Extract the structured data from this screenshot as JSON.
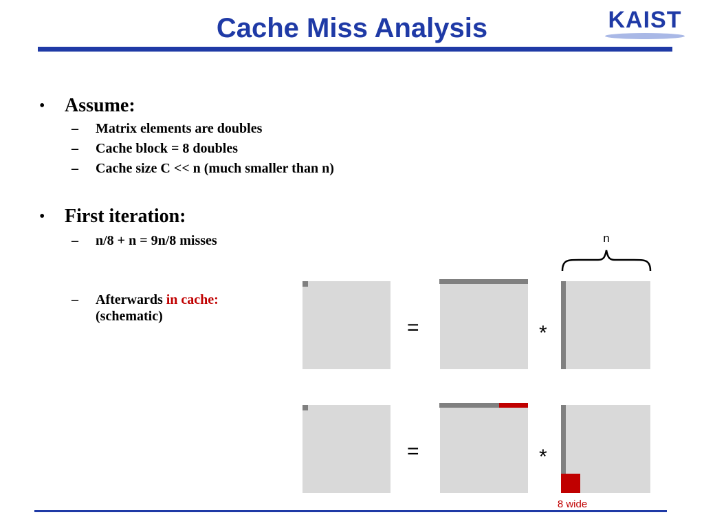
{
  "slide": {
    "title": "Cache Miss Analysis",
    "logo_text": "KAIST"
  },
  "bullets": [
    {
      "text": "Assume:",
      "subs": [
        "Matrix elements are doubles",
        "Cache block = 8 doubles",
        "Cache size C << n (much smaller than n)"
      ]
    },
    {
      "text": "First iteration:",
      "subs": [
        "n/8 + n = 9n/8 misses"
      ]
    }
  ],
  "bullet_marker": "•",
  "dash_marker": "–",
  "afterwards": {
    "prefix": "Afterwards ",
    "highlight": "in cache:",
    "line2": "(schematic)"
  },
  "diagram": {
    "equals": "=",
    "times": "*",
    "n_label": "n",
    "wide_label": "8 wide"
  },
  "colors": {
    "title_blue": "#1f3aa6",
    "matrix_gray": "#d9d9d9",
    "access_gray": "#808080",
    "cache_red": "#c00000"
  }
}
